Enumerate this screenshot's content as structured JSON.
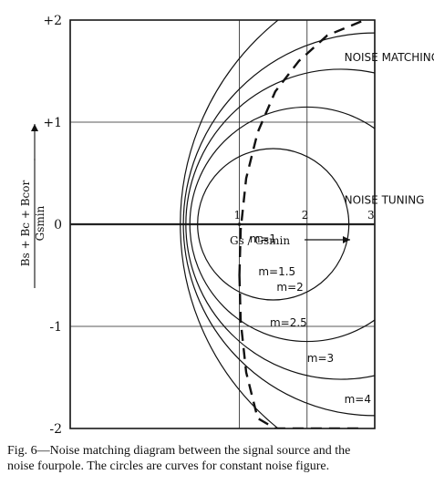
{
  "chart_data": {
    "type": "line",
    "xlim": [
      -1.5,
      3.0
    ],
    "ylim": [
      -2,
      2
    ],
    "grid": true,
    "xtick_labels_on_axis": [
      "1",
      "2",
      "3"
    ],
    "ytick_labels": [
      "+2",
      "+1",
      "0",
      "-1",
      "-2"
    ],
    "xlabel": "Gs / Gsmin",
    "ylabel": "Bs + Bc + Bcor",
    "ylabel_denominator": "Gsmin",
    "series": [
      {
        "name": "m=1",
        "type": "circle",
        "center": [
          1.0,
          0.0
        ],
        "radius": 0.0
      },
      {
        "name": "m=1.5",
        "type": "circle",
        "center": [
          1.5,
          0.0
        ],
        "radius": 1.118
      },
      {
        "name": "m=2",
        "type": "circle",
        "center": [
          2.0,
          0.0
        ],
        "radius": 1.732
      },
      {
        "name": "m=2.5",
        "type": "circle",
        "center": [
          2.5,
          0.0
        ],
        "radius": 2.291
      },
      {
        "name": "m=3",
        "type": "circle",
        "center": [
          3.0,
          0.0
        ],
        "radius": 2.828
      },
      {
        "name": "m=4",
        "type": "circle",
        "center": [
          4.0,
          0.0
        ],
        "radius": 3.873
      },
      {
        "name": "NOISE MATCHING",
        "type": "dashed-line",
        "x": [
          1.0,
          1.02,
          1.1,
          1.27,
          1.53,
          1.88,
          2.3,
          2.85
        ],
        "y": [
          -0.5,
          -0.05,
          0.45,
          0.9,
          1.3,
          1.6,
          1.85,
          2.0
        ]
      },
      {
        "name": "NOISE MATCHING (lower)",
        "type": "dashed-line",
        "x": [
          1.0,
          1.02,
          1.1,
          1.27,
          1.53,
          1.88,
          2.3,
          2.85
        ],
        "y": [
          -0.5,
          -0.95,
          -1.45,
          -1.9,
          -2.0,
          -2.0,
          -2.0,
          -2.0
        ]
      }
    ],
    "annotations": [
      {
        "text": "NOISE MATCHING",
        "x": 2.55,
        "y": 1.6
      },
      {
        "text": "NOISE TUNING",
        "x": 2.55,
        "y": 0.2
      },
      {
        "text": "m=1",
        "x": 1.15,
        "y": -0.18
      },
      {
        "text": "m=1.5",
        "x": 1.28,
        "y": -0.5
      },
      {
        "text": "m=2",
        "x": 1.55,
        "y": -0.65
      },
      {
        "text": "m=2.5",
        "x": 1.45,
        "y": -1.0
      },
      {
        "text": "m=3",
        "x": 2.0,
        "y": -1.35
      },
      {
        "text": "m=4",
        "x": 2.55,
        "y": -1.75
      }
    ]
  },
  "caption": {
    "line1": "Fig. 6—Noise matching diagram between the signal source and the",
    "line2": "noise fourpole. The circles are curves for constant noise figure."
  }
}
